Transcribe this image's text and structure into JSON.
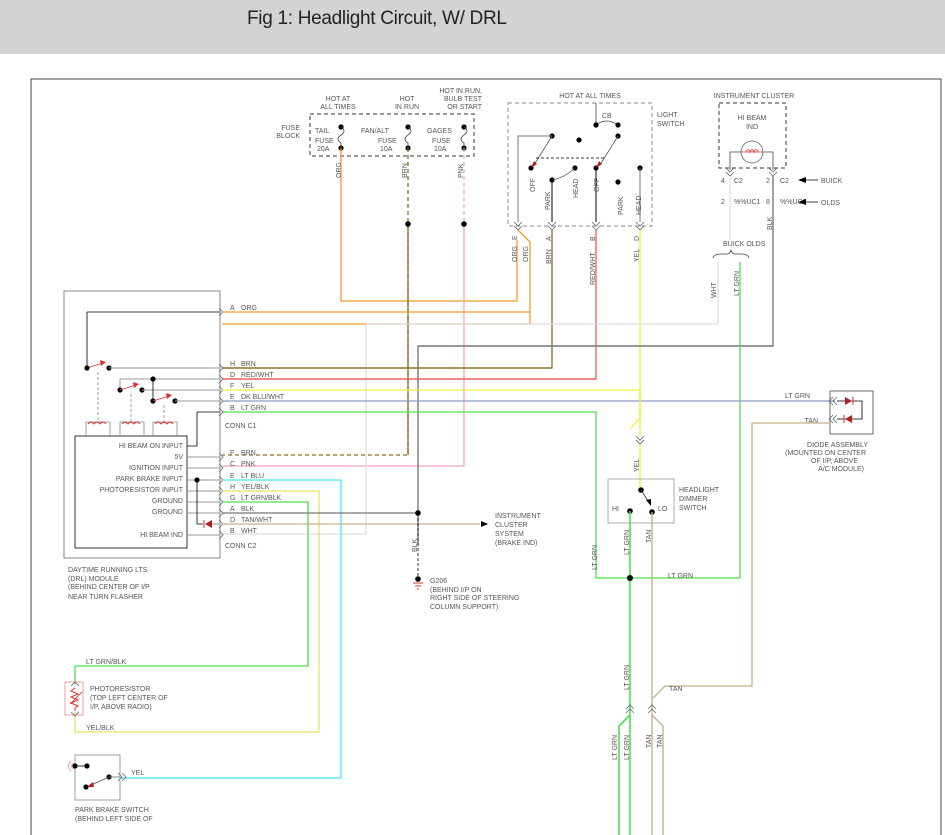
{
  "header": {
    "title": "Fig 1: Headlight Circuit, W/ DRL"
  },
  "colors": {
    "org": "#f39a2c",
    "brn": "#8a6d1e",
    "pnk": "#f4a3b8",
    "red_wht": "#e85a5a",
    "yel": "#f5f03a",
    "lt_grn": "#4de04d",
    "dk_blu_wht": "#8a9ac0",
    "lt_blu": "#44e8ee",
    "yel_blk": "#e7e06a",
    "tan": "#c4b28a",
    "blk": "#777777",
    "wht": "#dddddd",
    "gray": "#999999",
    "relay_red": "#e03030"
  },
  "fuse_block": {
    "label": [
      "FUSE",
      "BLOCK"
    ],
    "sources": [
      {
        "label": [
          "HOT AT",
          "ALL TIMES"
        ]
      },
      {
        "label": [
          "HOT",
          "IN RUN"
        ]
      },
      {
        "label": [
          "HOT IN RUN,",
          "BULB TEST",
          "OR START"
        ]
      }
    ],
    "fuses": [
      {
        "name": "TAIL",
        "label": "FUSE",
        "rating": "20A",
        "wire": "ORG"
      },
      {
        "name": "FAN/ALT",
        "label": "FUSE",
        "rating": "10A",
        "wire": "BRN"
      },
      {
        "name": "GAGES",
        "label": "FUSE",
        "rating": "10A",
        "wire": "PNK"
      }
    ]
  },
  "light_switch": {
    "source": "HOT AT ALL TIMES",
    "label": [
      "LIGHT",
      "SWITCH"
    ],
    "cb": "CB",
    "positions": [
      "OFF",
      "PARK",
      "HEAD",
      "OFF",
      "PARK",
      "HEAD"
    ],
    "pins": [
      {
        "pin": "E",
        "wire": "ORG"
      },
      {
        "pin": "",
        "wire": "ORG"
      },
      {
        "pin": "A",
        "wire": "BRN"
      },
      {
        "pin": "B",
        "wire": "RED/WHT"
      },
      {
        "pin": "D",
        "wire": "YEL"
      }
    ]
  },
  "instrument_cluster": {
    "title": "INSTRUMENT CLUSTER",
    "indicator": [
      "HI BEAM",
      "IND"
    ],
    "rows": [
      {
        "left_pin": "4",
        "left_conn": "C2",
        "right_pin": "2",
        "right_conn": "C2",
        "tag": "BUICK"
      },
      {
        "left_pin": "2",
        "left_conn": "%%UC1",
        "right_pin": "8",
        "right_conn": "%%UC2",
        "tag": "OLDS"
      }
    ],
    "wire_right": "BLK",
    "split_label": "BUICK OLDS",
    "split_wires": [
      "WHT",
      "LT GRN"
    ]
  },
  "drl_module": {
    "conn_c1": {
      "label": "CONN C1",
      "pins": [
        {
          "pin": "A",
          "wire": "ORG"
        },
        {
          "pin": "H",
          "wire": "BRN"
        },
        {
          "pin": "D",
          "wire": "RED/WHT"
        },
        {
          "pin": "F",
          "wire": "YEL"
        },
        {
          "pin": "E",
          "wire": "DK BLU/WHT"
        },
        {
          "pin": "B",
          "wire": "LT GRN"
        }
      ]
    },
    "inputs": [
      "HI BEAM ON INPUT",
      "5V",
      "IGNITION INPUT",
      "PARK BRAKE INPUT",
      "PHOTORESISTOR INPUT",
      "GROUND",
      "GROUND",
      "HI BEAM IND"
    ],
    "conn_c2": {
      "label": "CONN C2",
      "pins": [
        {
          "pin": "F",
          "wire": "BRN"
        },
        {
          "pin": "C",
          "wire": "PNK"
        },
        {
          "pin": "E",
          "wire": "LT BLU"
        },
        {
          "pin": "H",
          "wire": "YEL/BLK"
        },
        {
          "pin": "G",
          "wire": "LT GRN/BLK"
        },
        {
          "pin": "A",
          "wire": "BLK"
        },
        {
          "pin": "D",
          "wire": "TAN/WHT"
        },
        {
          "pin": "B",
          "wire": "WHT"
        }
      ]
    },
    "caption": [
      "DAYTIME RUNNING LTS",
      "(DRL) MODULE",
      "(BEHIND CENTER OF I/P",
      "NEAR TURN FLASHER"
    ]
  },
  "brake_ind": {
    "label": [
      "INSTRUMENT",
      "CLUSTER",
      "SYSTEM",
      "(BRAKE IND)"
    ]
  },
  "ground": {
    "wire": "BLK",
    "label": [
      "G206",
      "(BEHIND I/P ON",
      "RIGHT SIDE OF STEERING",
      "COLUMN SUPPORT)"
    ]
  },
  "diode_assembly": {
    "wires": [
      "LT GRN",
      "TAN"
    ],
    "label": [
      "DIODE ASSEMBLY",
      "(MOUNTED ON CENTER",
      "OF I/P, ABOVE",
      "A/C MODULE)"
    ]
  },
  "dimmer_switch": {
    "label": [
      "HEADLIGHT",
      "DIMMER",
      "SWITCH"
    ],
    "hi": "HI",
    "lo": "LO",
    "wire_in": "YEL",
    "wire_hi": "LT GRN",
    "wire_lo": "TAN",
    "wire_loop": "LT GRN",
    "wire_left": "LT GRN"
  },
  "lower_wires": {
    "lt_grn": "LT GRN",
    "tan": "TAN"
  },
  "photoresistor": {
    "wire_top": "LT GRN/BLK",
    "wire_bottom": "YEL/BLK",
    "label": [
      "PHOTORESISTOR",
      "(TOP LEFT CENTER OF",
      "I/P, ABOVE RADIO)"
    ]
  },
  "park_brake_switch": {
    "wire": "YEL",
    "label": [
      "PARK BRAKE SWITCH",
      "(BEHIND LEFT SIDE OF"
    ]
  }
}
